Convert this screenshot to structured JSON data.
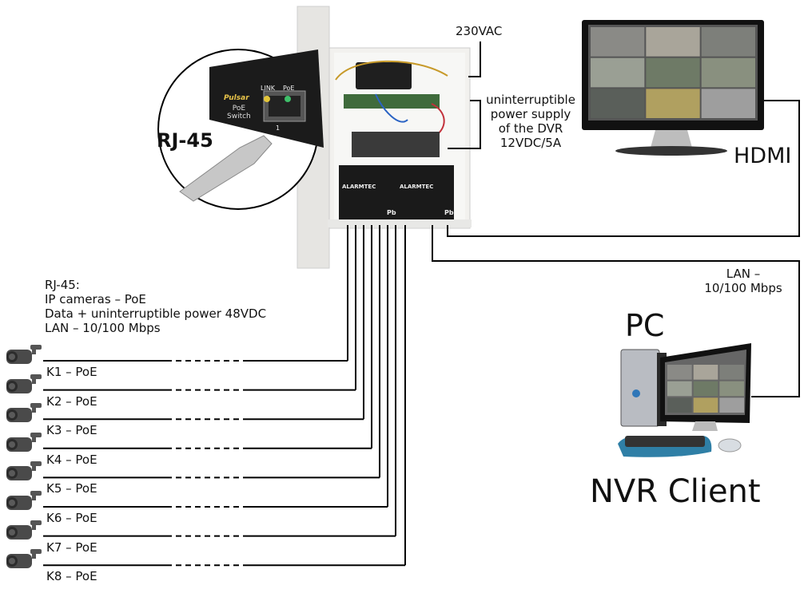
{
  "labels": {
    "mains": "230VAC",
    "ups_note": [
      "uninterruptible",
      "power supply",
      "of the DVR",
      "12VDC/5A"
    ],
    "hdmi": "HDMI",
    "lan_right": [
      "LAN –",
      "10/100 Mbps"
    ],
    "pc": "PC",
    "nvr_client": "NVR Client",
    "rj45_callout": "RJ-45",
    "rj45_note": [
      "RJ-45:",
      "IP cameras – PoE",
      "Data + uninterruptible power 48VDC",
      "LAN – 10/100 Mbps"
    ]
  },
  "switch_closeup": {
    "brand": "Pulsar",
    "model": [
      "PoE",
      "Switch"
    ],
    "leds": [
      "LINK",
      "PoE"
    ],
    "port_number": "1"
  },
  "batteries": [
    {
      "brand": "ALARMTEC",
      "marking": "Pb"
    },
    {
      "brand": "ALARMTEC",
      "marking": "Pb"
    }
  ],
  "cameras": [
    {
      "label": "K1 – PoE"
    },
    {
      "label": "K2 – PoE"
    },
    {
      "label": "K3 – PoE"
    },
    {
      "label": "K4 – PoE"
    },
    {
      "label": "K5 – PoE"
    },
    {
      "label": "K6 – PoE"
    },
    {
      "label": "K7 – PoE"
    },
    {
      "label": "K8 – PoE"
    }
  ],
  "colors": {
    "line": "#000000",
    "enclosure": "#ecebe8",
    "battery": "#1a1a1a",
    "keyboard_accent": "#2f7fa6"
  }
}
